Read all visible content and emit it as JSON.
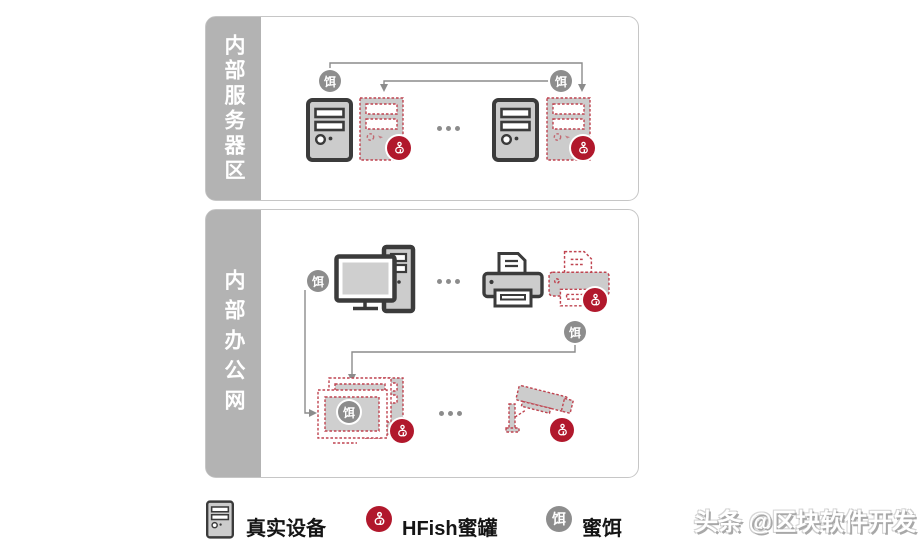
{
  "sections": [
    {
      "label": "内部服务器区"
    },
    {
      "label": "内部办公网"
    }
  ],
  "bait_badge_label": "饵",
  "legend": {
    "items": [
      {
        "icon": "real-device-server-icon",
        "label": "真实设备"
      },
      {
        "icon": "hfish-hook-icon",
        "label": "HFish蜜罐"
      },
      {
        "icon": "bait-icon",
        "label": "蜜饵"
      }
    ]
  },
  "watermark": "头条 @区块软件开发",
  "colors": {
    "hfish_red": "#b1182c",
    "honeypot_dash_red": "#bf4450",
    "bait_gray": "#8d8d8d",
    "section_bar_gray": "#b3b3b3",
    "device_fill_gray": "#cccccc",
    "device_outline_dark": "#3b3b3b",
    "connector_gray": "#8c8c8c"
  }
}
